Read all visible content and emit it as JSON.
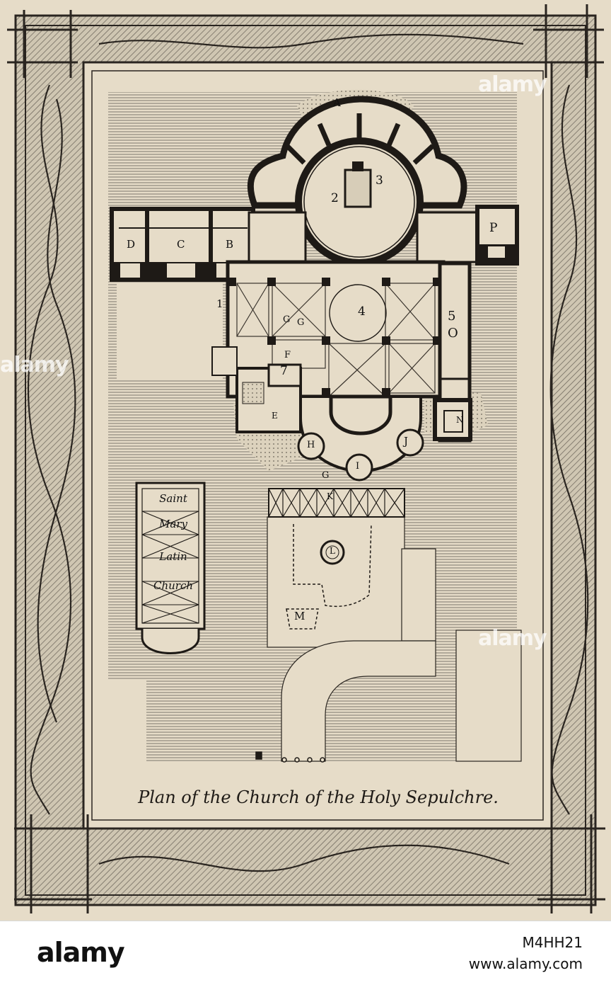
{
  "caption": "Plan of the Church of the Holy Sepulchre.",
  "chapel": {
    "line1": "Saint",
    "line2": "Mary",
    "line3": "Latin",
    "line4": "Church"
  },
  "labels": {
    "A": "A",
    "B": "B",
    "C": "C",
    "D": "D",
    "E": "E",
    "F": "F",
    "G": "G",
    "G2": "G",
    "G3": "G",
    "H": "H",
    "I": "I",
    "J": "J",
    "K": "K",
    "L": "L",
    "M": "M",
    "N": "N",
    "O": "O",
    "P": "P",
    "n1": "1",
    "n2": "2",
    "n3": "3",
    "n4": "4",
    "n5": "5",
    "n7": "7"
  },
  "footer": {
    "logo": "alamy",
    "image_id": "M4HH21",
    "url": "www.alamy.com"
  },
  "watermarks": {
    "wm1": "alamy",
    "wm2": "alamy",
    "wm3": "alamy"
  },
  "colors": {
    "paper": "#e6dcc8",
    "ink": "#1e1a16",
    "hatch": "#8e877b"
  }
}
